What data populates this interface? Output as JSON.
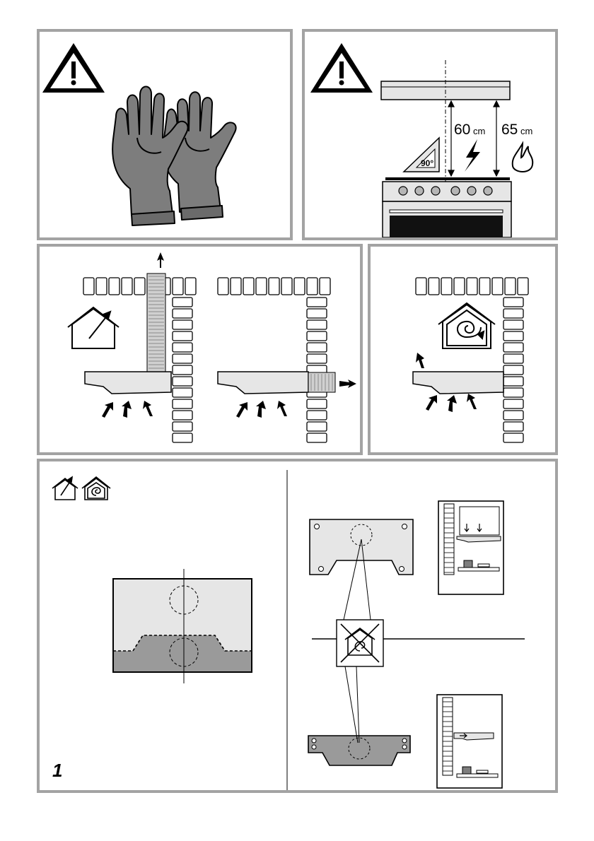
{
  "panels": {
    "gloves": {
      "warning": "warning-triangle",
      "icon": "gloves-icon"
    },
    "distance": {
      "warning": "warning-triangle",
      "electric": {
        "value": "60",
        "unit": "cm",
        "icon": "lightning-icon"
      },
      "gas": {
        "value": "65",
        "unit": "cm",
        "icon": "flame-icon"
      },
      "angle": "90°"
    },
    "modes": {
      "exhaust_icon": "house-exhaust-icon",
      "recirculation_icon": "house-recirculation-icon"
    },
    "installation": {
      "figure_number": "1",
      "no_recirculation_icon": "no-recirculation-icon"
    }
  },
  "colors": {
    "frame": "#a3a3a3",
    "stroke": "#000000",
    "fill_light": "#e6e6e6",
    "fill_mid": "#9a9a9a",
    "fill_dark": "#222222"
  }
}
